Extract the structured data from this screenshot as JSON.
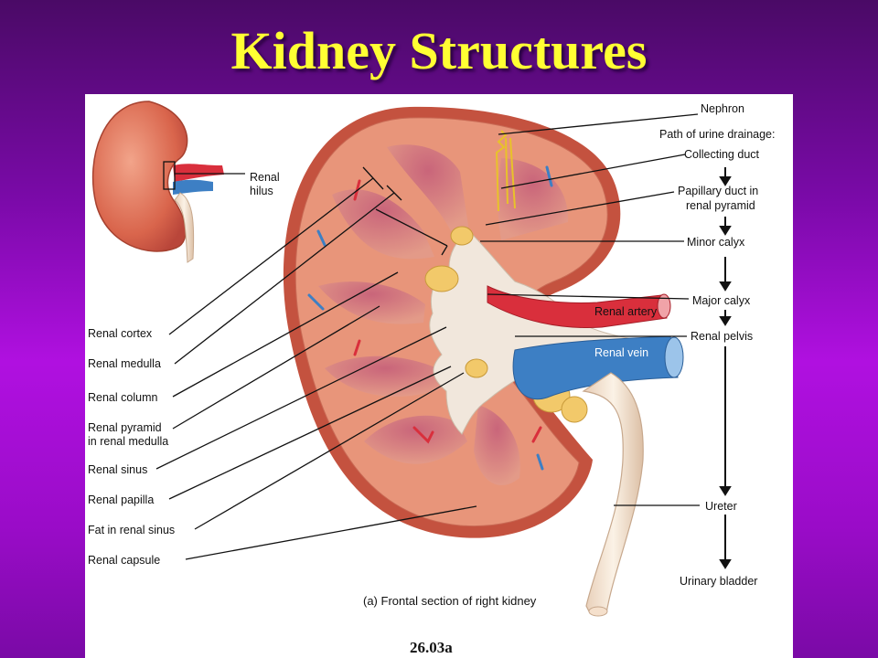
{
  "slide": {
    "title": "Kidney Structures",
    "figure_number": "26.03a",
    "caption": "(a) Frontal section of right kidney"
  },
  "labels": {
    "renal_hilus": [
      "Renal",
      "hilus"
    ],
    "left": {
      "renal_cortex": "Renal cortex",
      "renal_medulla": "Renal medulla",
      "renal_column": "Renal column",
      "renal_pyramid": [
        "Renal pyramid",
        "in renal medulla"
      ],
      "renal_sinus": "Renal sinus",
      "renal_papilla": "Renal papilla",
      "fat_in_renal_sinus": "Fat in renal sinus",
      "renal_capsule": "Renal capsule"
    },
    "right": {
      "nephron": "Nephron",
      "path_heading": "Path of urine drainage:",
      "collecting_duct": "Collecting duct",
      "papillary_duct": [
        "Papillary duct in",
        "renal pyramid"
      ],
      "minor_calyx": "Minor calyx",
      "major_calyx": "Major calyx",
      "renal_pelvis": "Renal pelvis",
      "ureter": "Ureter",
      "urinary_bladder": "Urinary bladder"
    },
    "inner": {
      "renal_artery": "Renal artery",
      "renal_vein": "Renal vein"
    }
  },
  "colors": {
    "title": "#ffff33",
    "cortex": "#e8957a",
    "capsule": "#c4523f",
    "pyramid": "#d87b6d",
    "sinus": "#f1e7dc",
    "fat": "#f2c96a",
    "artery": "#d92f3c",
    "vein": "#3d7fc4",
    "ureter": "#f1e2d0"
  }
}
